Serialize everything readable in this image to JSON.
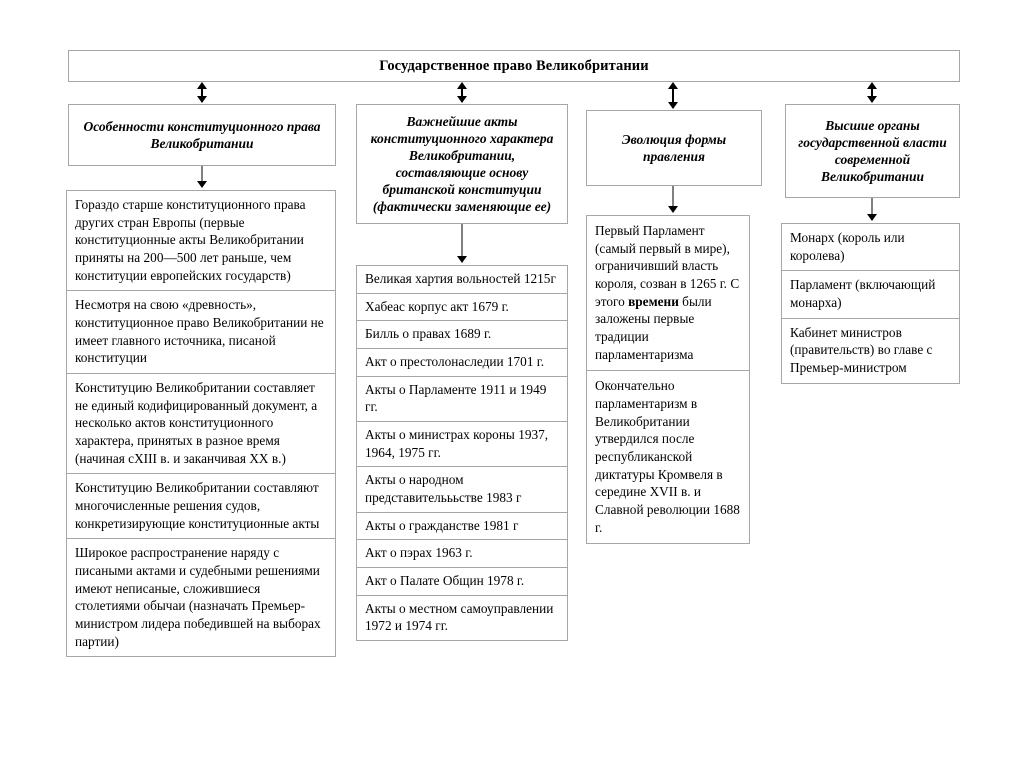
{
  "title": {
    "text": "Государственное право Великобритании"
  },
  "columns": [
    {
      "id": "col-1",
      "header": "Особенности конституционного права Великобритании",
      "cells": [
        "Гораздо старше конституционного права других стран Европы (первые конституционные акты Великобритании приняты на 200—500 лет раньше, чем конституции европейских государств)",
        "Несмотря на свою «древность», конституционное право Великобритании не имеет главного источника, писаной конституции",
        "Конституцию Великобритании составляет не единый кодифицированный документ, а несколько актов конституционного характера, принятых в разное время (начиная сXIII в. и заканчивая XX в.)",
        "Конституцию Великобритании составляют многочисленные решения судов, конкретизирующие конституционные акты",
        "Широкое распространение наряду с писаными актами и судебными решениями имеют неписаные, сложившиеся столетиями обычаи (назначать Премьер-министром лидера победившей на выборах партии)"
      ]
    },
    {
      "id": "col-2",
      "header": "Важнейшие акты конституционного характера Великобритании, составляющие основу британской конституции (фактически заменяющие ее)",
      "cells": [
        "Великая хартия вольностей 1215г",
        "Хабеас корпус акт 1679 г.",
        "Билль о правах 1689 г.",
        "Акт о престолонаследии 1701 г.",
        "Акты о Парламенте 1911 и 1949 гг.",
        "Акты о министрах короны 1937, 1964, 1975 гг.",
        "Акты о народном представительььстве 1983 г",
        "Акты о гражданстве 1981 г",
        "Акт о пэрах 1963 г.",
        "Акт о Палате Общин 1978 г.",
        "Акты о местном самоуправлении 1972 и 1974 гг."
      ]
    },
    {
      "id": "col-3",
      "header": "Эволюция формы правления",
      "cells": [
        "Первый Парламент (самый первый в мире), ограничивший власть короля, созван в 1265 г. С этого времени были заложены первые традиции парламентаризма",
        "Окончательно парламентаризм в Великобритании утвердился после республиканской диктатуры Кромвеля в середине XVII в. и Славной революции 1688 г."
      ],
      "emphasis": "времени"
    },
    {
      "id": "col-4",
      "header": "Высшие органы государственной власти современной Великобритании",
      "cells": [
        "Монарх (король или королева)",
        "Парламент (включающий монарха)",
        "Кабинет министров (правительств) во главе с Премьер-министром"
      ]
    }
  ],
  "connectors": {
    "title_to_header": "double-arrow",
    "header_to_body": "down-arrow"
  },
  "colors": {
    "border": "#a6a6a6",
    "arrow": "#000000",
    "connector_gray": "#808080",
    "background": "#ffffff",
    "text": "#000000"
  }
}
